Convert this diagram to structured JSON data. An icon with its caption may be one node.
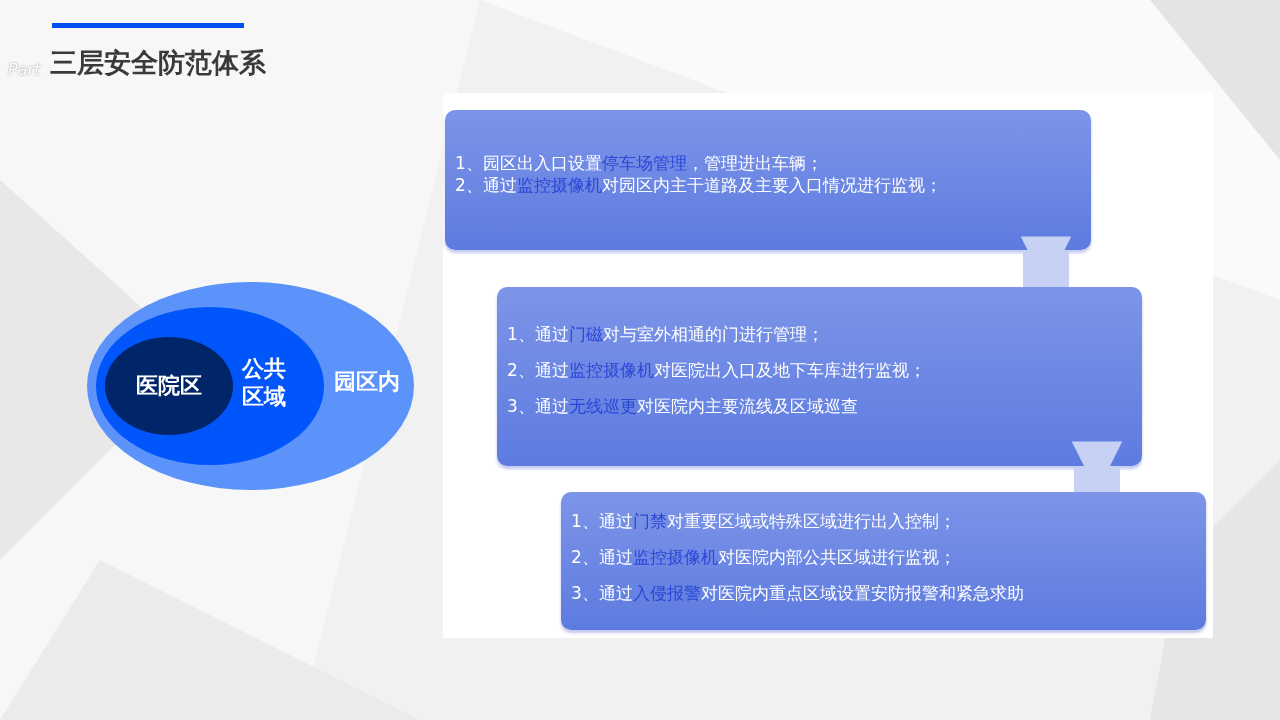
{
  "diagram": {
    "title": "三层安全防范体系",
    "nodes": [
      {
        "text": [
          "园区内"
        ]
      },
      {
        "text": [
          "公共区域"
        ],
        "in": 0
      },
      {
        "text": [
          "医院区"
        ],
        "in": 1
      },
      {
        "text": [
          "1、园区出入口设置**停车场管理**，管理进出车辆；",
          "2、通过**监控摄像机**对园区内主干道路及主要入口情况进行监视；"
        ]
      },
      {
        "text": [
          "1、通过**门磁**对与室外相通的门进行管理；",
          "2、通过**监控摄像机**对医院出入口及地下车库进行监视；",
          "3、通过**无线巡更**对医院内主要流线及区域巡查"
        ]
      },
      {
        "text": [
          "1、通过**门禁**对重要区域或特殊区域进行出入控制；",
          "2、通过**监控摄像机**对医院内部公共区域进行监视；",
          "3、通过**入侵报警**对医院内重点区域设置安防报警和紧急求助"
        ]
      }
    ],
    "edges": [
      {
        "from": 3,
        "to": 4,
        "arrow": "to"
      },
      {
        "from": 4,
        "to": 5,
        "arrow": "to"
      }
    ],
    "labels": [
      "Part"
    ]
  }
}
